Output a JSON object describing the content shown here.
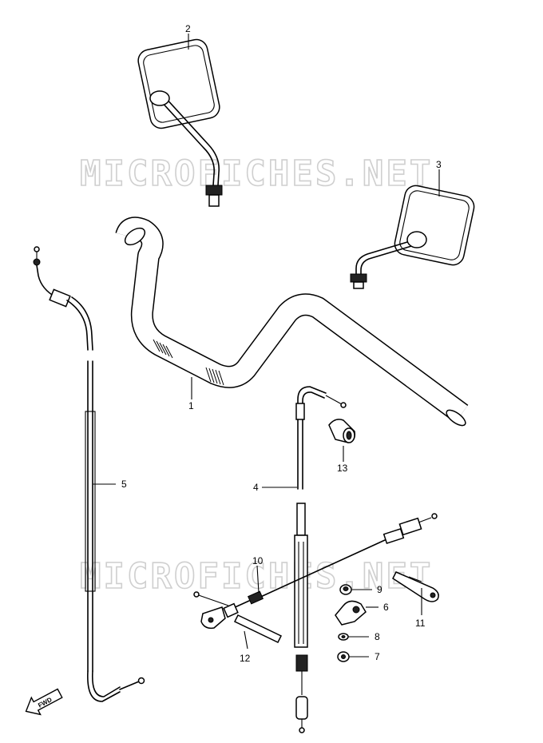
{
  "watermarks": [
    "MICROFICHES.NET",
    "MICROFICHES.NET"
  ],
  "fwd_label": "FWD",
  "callouts": [
    {
      "id": "c1",
      "label": "1"
    },
    {
      "id": "c2",
      "label": "2"
    },
    {
      "id": "c3",
      "label": "3"
    },
    {
      "id": "c4",
      "label": "4"
    },
    {
      "id": "c5",
      "label": "5"
    },
    {
      "id": "c6",
      "label": "6"
    },
    {
      "id": "c7",
      "label": "7"
    },
    {
      "id": "c8",
      "label": "8"
    },
    {
      "id": "c9",
      "label": "9"
    },
    {
      "id": "c10",
      "label": "10"
    },
    {
      "id": "c11",
      "label": "11"
    },
    {
      "id": "c12",
      "label": "12"
    },
    {
      "id": "c13",
      "label": "13"
    }
  ]
}
